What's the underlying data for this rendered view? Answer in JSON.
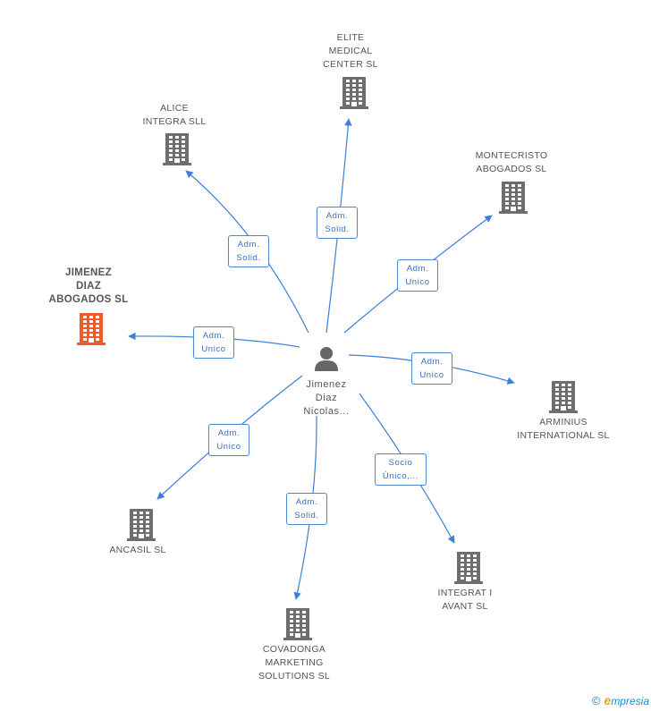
{
  "center": {
    "name": "Jimenez\nDiaz\nNicolas..."
  },
  "nodes": [
    {
      "id": "elite",
      "label": "ELITE\nMEDICAL\nCENTER  SL",
      "highlight": false
    },
    {
      "id": "alice",
      "label": "ALICE\nINTEGRA SLL",
      "highlight": false
    },
    {
      "id": "montecristo",
      "label": "MONTECRISTO\nABOGADOS SL",
      "highlight": false
    },
    {
      "id": "jimenez",
      "label": "JIMENEZ\nDIAZ\nABOGADOS SL",
      "highlight": true
    },
    {
      "id": "arminius",
      "label": "ARMINIUS\nINTERNATIONAL SL",
      "highlight": false
    },
    {
      "id": "ancasil",
      "label": "ANCASIL SL",
      "highlight": false
    },
    {
      "id": "integrat",
      "label": "INTEGRAT I\nAVANT SL",
      "highlight": false
    },
    {
      "id": "covadonga",
      "label": "COVADONGA\nMARKETING\nSOLUTIONS  SL",
      "highlight": false
    }
  ],
  "relations": [
    {
      "target": "elite",
      "label": "Adm.\nSolid."
    },
    {
      "target": "alice",
      "label": "Adm.\nSolid."
    },
    {
      "target": "montecristo",
      "label": "Adm.\nUnico"
    },
    {
      "target": "jimenez",
      "label": "Adm.\nUnico"
    },
    {
      "target": "arminius",
      "label": "Adm.\nUnico"
    },
    {
      "target": "ancasil",
      "label": "Adm.\nUnico"
    },
    {
      "target": "integrat",
      "label": "Socio\nÚnico,..."
    },
    {
      "target": "covadonga",
      "label": "Adm.\nSolid."
    }
  ],
  "colors": {
    "edge": "#3b7fd9",
    "building": "#6e6e6e",
    "building_highlight": "#ef5a2a",
    "person": "#666666"
  },
  "footer": {
    "copyright": "©",
    "brand_e": "e",
    "brand_rest": "mpresia"
  }
}
